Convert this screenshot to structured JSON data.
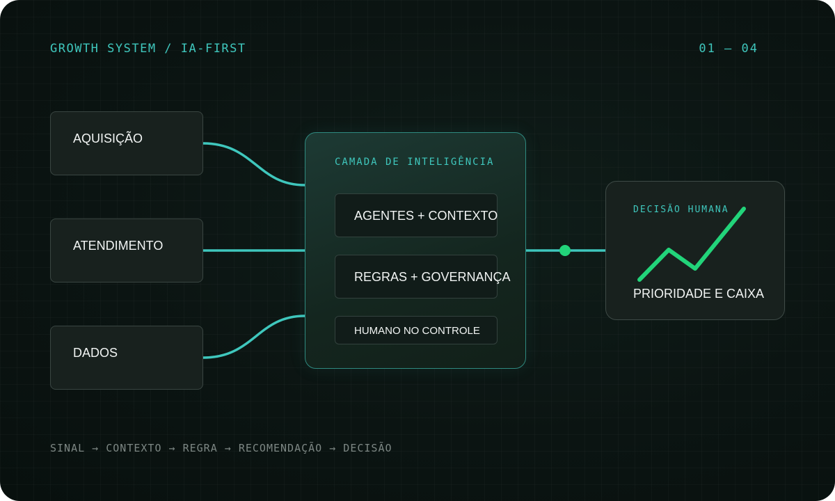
{
  "header": {
    "title": "GROWTH SYSTEM / IA-FIRST",
    "page_indicator": "01 — 04"
  },
  "sources": [
    {
      "label": "AQUISIÇÃO"
    },
    {
      "label": "ATENDIMENTO"
    },
    {
      "label": "DADOS"
    }
  ],
  "core": {
    "title": "CAMADA DE INTELIGÊNCIA",
    "layers": [
      {
        "label": "AGENTES + CONTEXTO"
      },
      {
        "label": "REGRAS + GOVERNANÇA"
      },
      {
        "label": "HUMANO NO CONTROLE"
      }
    ]
  },
  "decision": {
    "title": "DECISÃO HUMANA",
    "label": "PRIORIDADE E CAIXA",
    "icon": "trend-up-icon"
  },
  "footer": {
    "flow": "SINAL → CONTEXTO → REGRA → RECOMENDAÇÃO → DECISÃO"
  },
  "colors": {
    "accent": "#3fc7bd",
    "trend": "#22d47a",
    "background": "#0b1412"
  }
}
